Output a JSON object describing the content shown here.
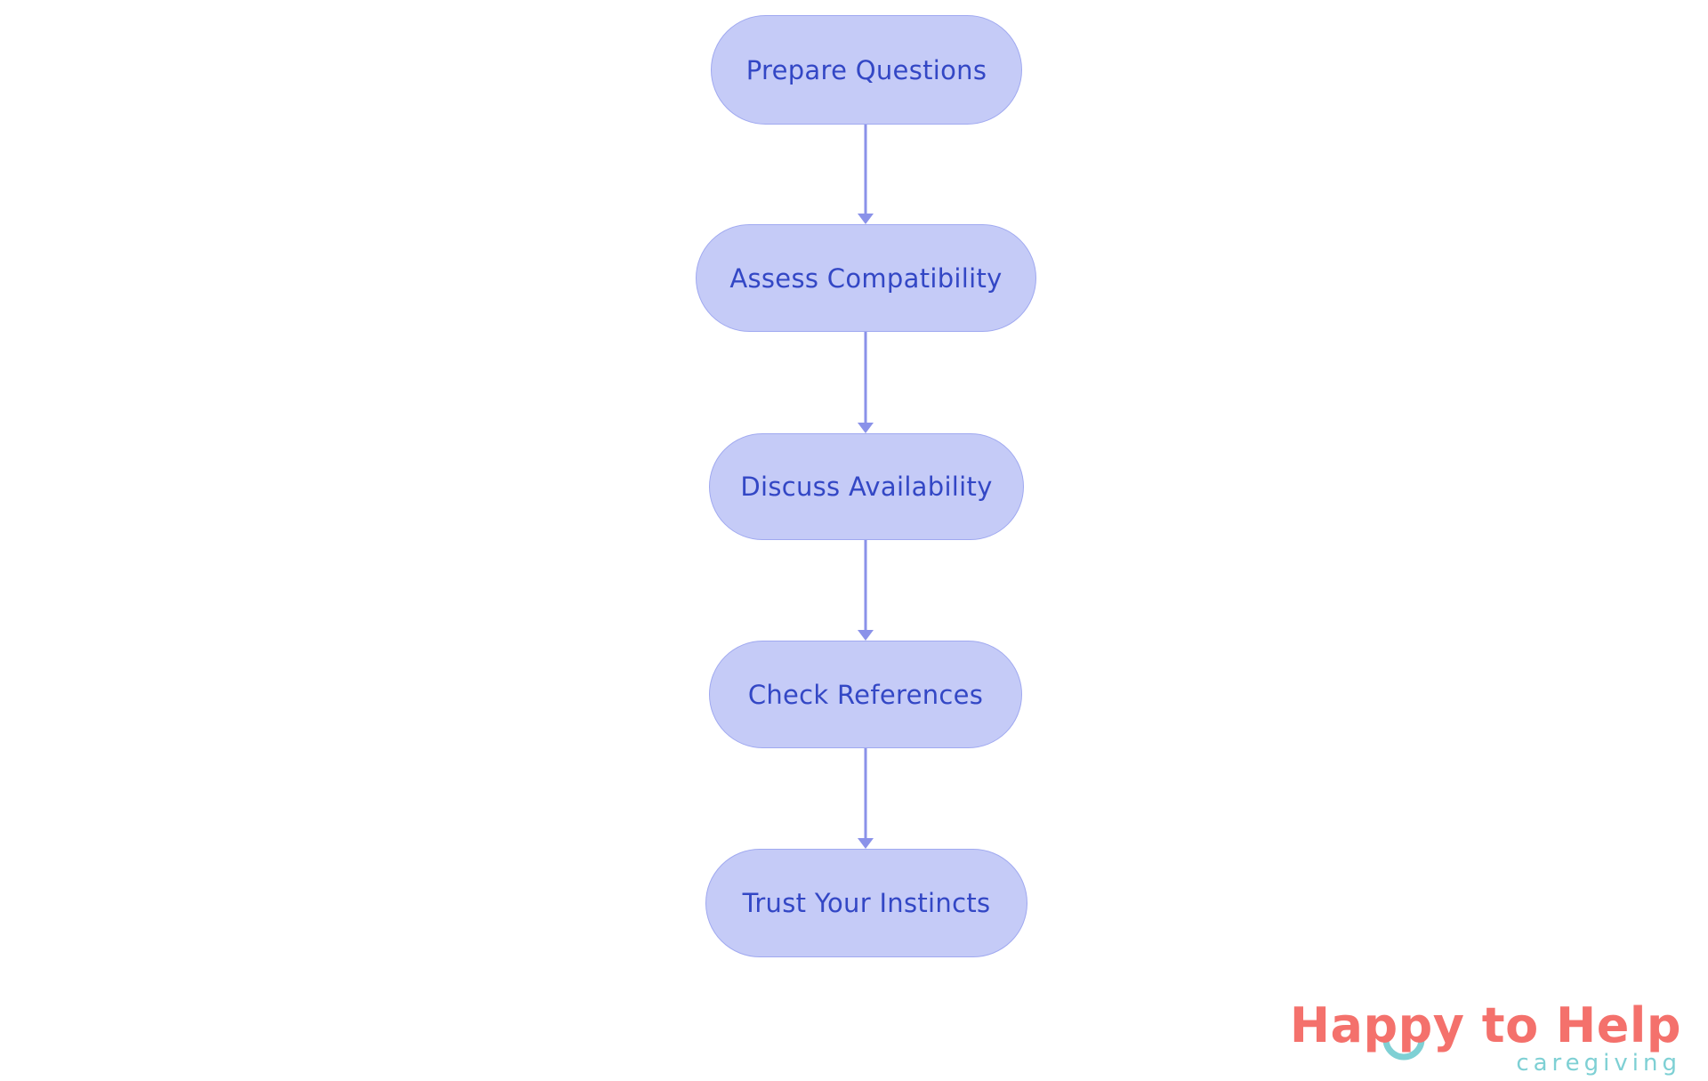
{
  "flowchart": {
    "type": "vertical-flow",
    "steps": [
      {
        "label": "Prepare Questions"
      },
      {
        "label": "Assess Compatibility"
      },
      {
        "label": "Discuss Availability"
      },
      {
        "label": "Check References"
      },
      {
        "label": "Trust Your Instincts"
      }
    ]
  },
  "logo": {
    "brand": "Happy to Help",
    "tagline": "caregiving"
  },
  "colors": {
    "node_fill": "#c5cbf7",
    "node_border": "#a0a9f0",
    "node_text": "#3347c5",
    "arrow": "#8a92e9",
    "brand_coral": "#f4716c",
    "brand_teal": "#7ed0d4",
    "background": "#ffffff"
  }
}
